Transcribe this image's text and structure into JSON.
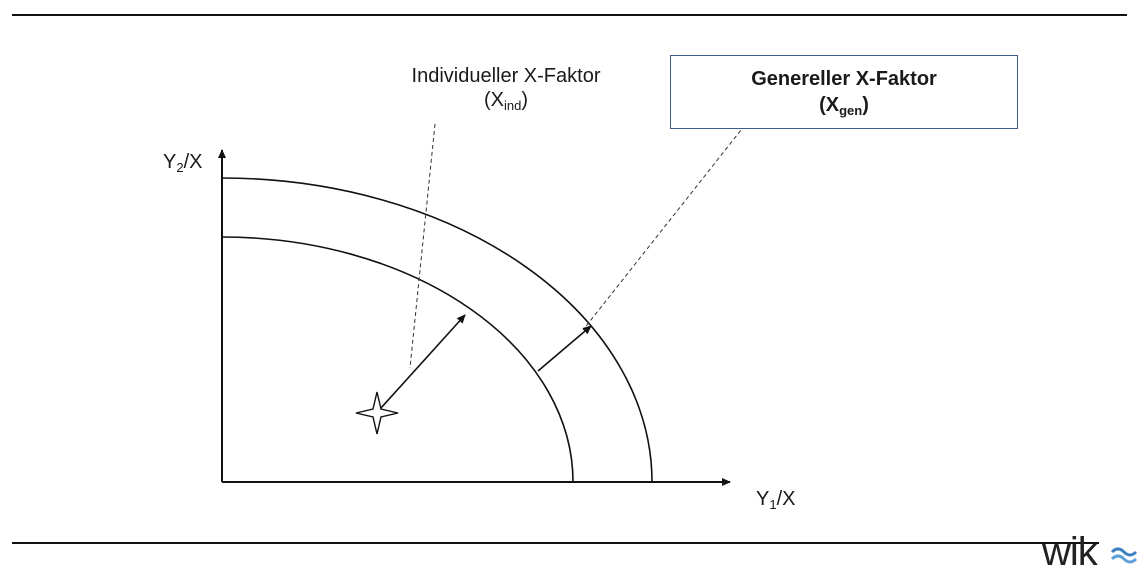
{
  "labels": {
    "individual_line1": "Individueller X-Faktor",
    "individual_sym": "(X",
    "individual_sub": "ind",
    "individual_close": ")",
    "general_line1": "Genereller X-Faktor",
    "general_sym": "(X",
    "general_sub": "gen",
    "general_close": ")",
    "y_axis": "Y",
    "y_axis_sub": "2",
    "y_axis_tail": "/X",
    "x_axis": "Y",
    "x_axis_sub": "1",
    "x_axis_tail": "/X"
  },
  "logo": {
    "text": "wik"
  },
  "colors": {
    "box_border": "#3c5f8a",
    "line": "#111111",
    "logo_accent": "#3a7fbf"
  },
  "icons": {
    "firm": "four-point-star-icon"
  }
}
